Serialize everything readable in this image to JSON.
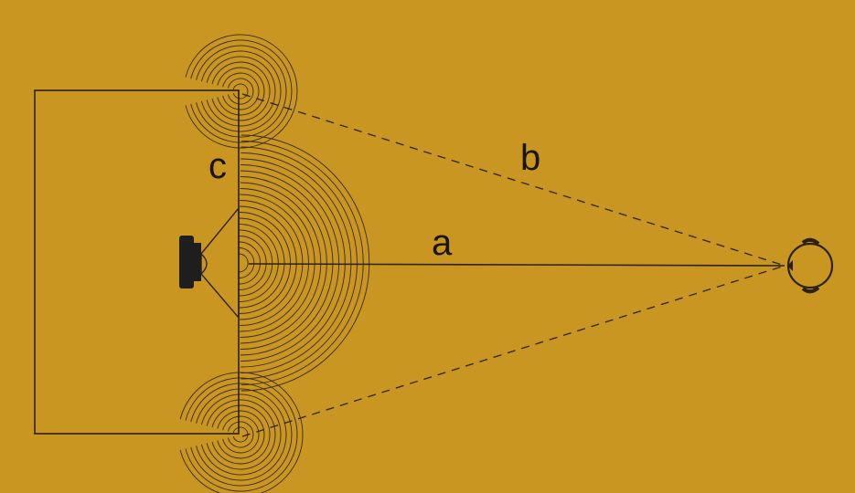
{
  "colors": {
    "background": "#c99622",
    "line": "#2b2114",
    "wave": "#3a2a12",
    "driver": "#1e1e1e"
  },
  "labels": {
    "a": "a",
    "b": "b",
    "c": "c"
  },
  "icons": {
    "speaker": "speaker-driver-icon",
    "listener": "listener-head-icon"
  }
}
